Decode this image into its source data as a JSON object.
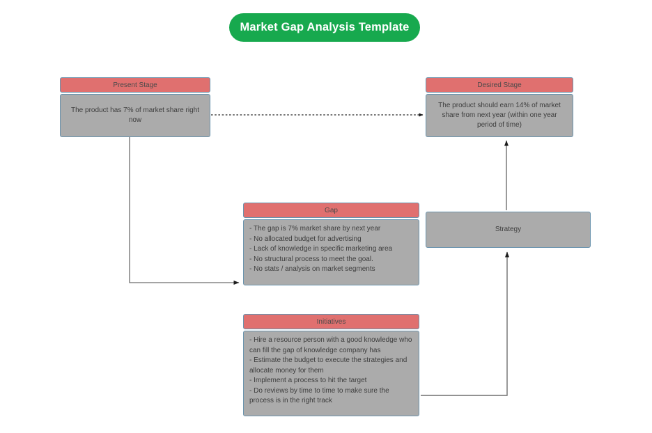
{
  "title": {
    "text": "Market Gap Analysis Template"
  },
  "colors": {
    "title_pill": "#17a94e",
    "node_header": "#e0706f",
    "node_body": "#ababab",
    "node_border": "#6a93ad",
    "connector": "#5a5a5a",
    "background": "#ffffff"
  },
  "nodes": {
    "present_stage": {
      "header": "Present Stage",
      "body": "The product has 7% of market share right now"
    },
    "desired_stage": {
      "header": "Desired Stage",
      "body": "The product should earn 14% of market share from next year (within one year period of time)"
    },
    "gap": {
      "header": "Gap",
      "items": [
        "- The gap is 7% market share by next year",
        "- No allocated budget for advertising",
        "- Lack of knowledge in specific marketing area",
        "- No structural process to  meet the goal.",
        "- No stats / analysis on market segments"
      ]
    },
    "initiatives": {
      "header": "Initiatives",
      "items": [
        "- Hire a resource person with a good knowledge who can fill the gap of knowledge company has",
        "- Estimate the budget to execute the strategies and allocate money for them",
        "- Implement a process to hit the target",
        "- Do reviews by time to time to make sure the process is in the right track"
      ]
    },
    "strategy": {
      "label": "Strategy"
    }
  },
  "connectors": [
    {
      "name": "present-to-desired",
      "style": "dotted",
      "from": "present_stage",
      "to": "desired_stage"
    },
    {
      "name": "present-to-gap",
      "style": "solid-elbow",
      "from": "present_stage",
      "to": "gap"
    },
    {
      "name": "strategy-to-desired",
      "style": "solid-vertical",
      "from": "strategy",
      "to": "desired_stage"
    },
    {
      "name": "initiatives-to-strategy",
      "style": "solid-elbow",
      "from": "initiatives",
      "to": "strategy"
    }
  ]
}
